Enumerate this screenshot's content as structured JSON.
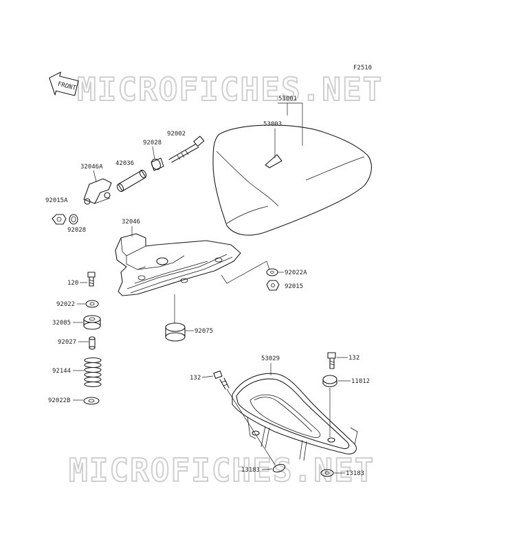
{
  "figure_id": "F2510",
  "front_label": "FRONT",
  "watermark": "MICROFICHES.NET",
  "callouts": [
    {
      "id": "c53001",
      "text": "53001"
    },
    {
      "id": "c53003",
      "text": "53003"
    },
    {
      "id": "c92002",
      "text": "92002"
    },
    {
      "id": "c92028a",
      "text": "92028"
    },
    {
      "id": "c42036",
      "text": "42036"
    },
    {
      "id": "c32046A",
      "text": "32046A"
    },
    {
      "id": "c92015A",
      "text": "92015A"
    },
    {
      "id": "c92028b",
      "text": "92028"
    },
    {
      "id": "c32046",
      "text": "32046"
    },
    {
      "id": "c92022A",
      "text": "92022A"
    },
    {
      "id": "c92015",
      "text": "92015"
    },
    {
      "id": "c120",
      "text": "120"
    },
    {
      "id": "c92022",
      "text": "92022"
    },
    {
      "id": "c32085",
      "text": "32085"
    },
    {
      "id": "c92075",
      "text": "92075"
    },
    {
      "id": "c92027",
      "text": "92027"
    },
    {
      "id": "c92144",
      "text": "92144"
    },
    {
      "id": "c92022B",
      "text": "92022B"
    },
    {
      "id": "c53029",
      "text": "53029"
    },
    {
      "id": "c132a",
      "text": "132"
    },
    {
      "id": "c132b",
      "text": "132"
    },
    {
      "id": "c11012",
      "text": "11012"
    },
    {
      "id": "c13183a",
      "text": "13183"
    },
    {
      "id": "c13183b",
      "text": "13183"
    }
  ]
}
